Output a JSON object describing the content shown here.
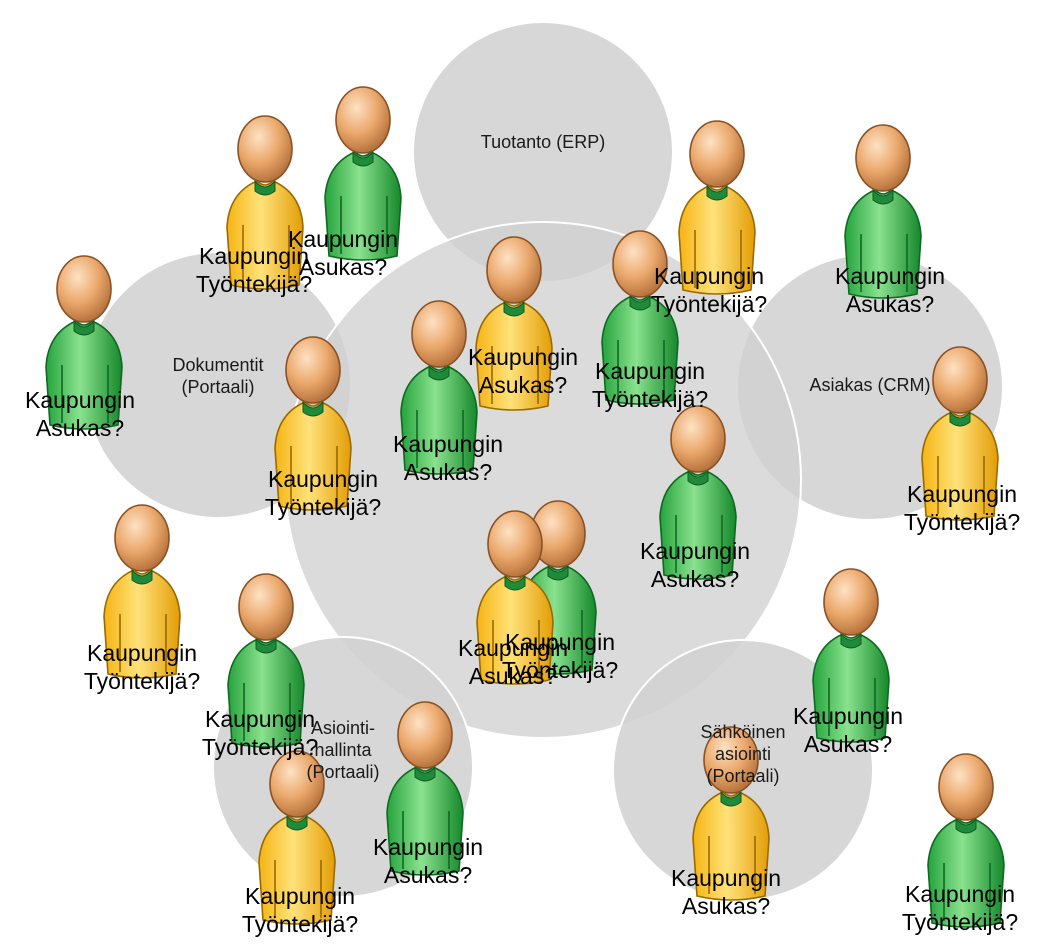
{
  "systems": [
    {
      "id": "erp",
      "label": "Tuotanto (ERP)"
    },
    {
      "id": "doc",
      "label": "Dokumentit\n(Portaali)"
    },
    {
      "id": "crm",
      "label": "Asiakas (CRM)"
    },
    {
      "id": "hub",
      "label": ""
    },
    {
      "id": "asiointi",
      "label": "Asiointi-\nhallinta\n(Portaali)"
    },
    {
      "id": "palvelut",
      "label": "Sähköinen\nasiointi\n(Portaali)"
    }
  ],
  "people": [
    {
      "id": "p1",
      "role": "asukas"
    },
    {
      "id": "p2",
      "role": "tyontekija"
    },
    {
      "id": "p3",
      "role": "asukas"
    },
    {
      "id": "p4",
      "role": "tyontekija"
    },
    {
      "id": "p5",
      "role": "tyontekija"
    },
    {
      "id": "p6",
      "role": "asukas"
    },
    {
      "id": "p7",
      "role": "tyontekija"
    },
    {
      "id": "p8",
      "role": "asukas"
    },
    {
      "id": "p9",
      "role": "tyontekija"
    },
    {
      "id": "p10",
      "role": "asukas"
    },
    {
      "id": "p11",
      "role": "tyontekija"
    },
    {
      "id": "p12",
      "role": "asukas"
    },
    {
      "id": "p13",
      "role": "tyontekija"
    },
    {
      "id": "p14",
      "role": "asukas"
    },
    {
      "id": "p15",
      "role": "tyontekija"
    },
    {
      "id": "p16",
      "role": "tyontekija"
    },
    {
      "id": "p17",
      "role": "tyontekija"
    },
    {
      "id": "p18",
      "role": "asukas"
    },
    {
      "id": "p19",
      "role": "tyontekija"
    },
    {
      "id": "p20",
      "role": "asukas"
    },
    {
      "id": "p21",
      "role": "asukas"
    }
  ],
  "labels": [
    {
      "id": "l1",
      "text": "Kaupungin\nTyöntekijä?"
    },
    {
      "id": "l2",
      "text": "Kaupungin\nAsukas?"
    },
    {
      "id": "l3",
      "text": "Kaupungin\nTyöntekijä?"
    },
    {
      "id": "l4",
      "text": "Kaupungin\nAsukas?"
    },
    {
      "id": "l5",
      "text": "Kaupungin\nAsukas?"
    },
    {
      "id": "l6",
      "text": "Kaupungin\nTyöntekijä?"
    },
    {
      "id": "l7",
      "text": "Kaupungin\nAsukas?"
    },
    {
      "id": "l8",
      "text": "Kaupungin\nAsukas?"
    },
    {
      "id": "l9",
      "text": "Kaupungin\nTyöntekijä?"
    },
    {
      "id": "l10",
      "text": "Kaupungin\nTyöntekijä?"
    },
    {
      "id": "l11",
      "text": "Kaupungin\nAsukas?"
    },
    {
      "id": "l12",
      "text": "Kaupungin\nTyöntekijä?"
    },
    {
      "id": "l13",
      "text": "Kaupungin\nAsukas?"
    },
    {
      "id": "l14",
      "text": "Kaupungin\nTyöntekijä?"
    },
    {
      "id": "l15",
      "text": "Kaupungin\nTyöntekijä?"
    },
    {
      "id": "l16",
      "text": "Kaupungin\nAsukas?"
    },
    {
      "id": "l17",
      "text": "Kaupungin\nAsukas?"
    },
    {
      "id": "l18",
      "text": "Kaupungin\nAsukas?"
    },
    {
      "id": "l19",
      "text": "Kaupungin\nTyöntekijä?"
    },
    {
      "id": "l20",
      "text": "Kaupungin\nTyöntekijä?"
    },
    {
      "id": "l21",
      "text": "Kaupungin\nTyöntekijä?"
    }
  ],
  "colors": {
    "circle": "#d1d1d1",
    "asukas": "#f7c324",
    "tyontekija": "#3fbe55",
    "head": "#e9a76c"
  }
}
